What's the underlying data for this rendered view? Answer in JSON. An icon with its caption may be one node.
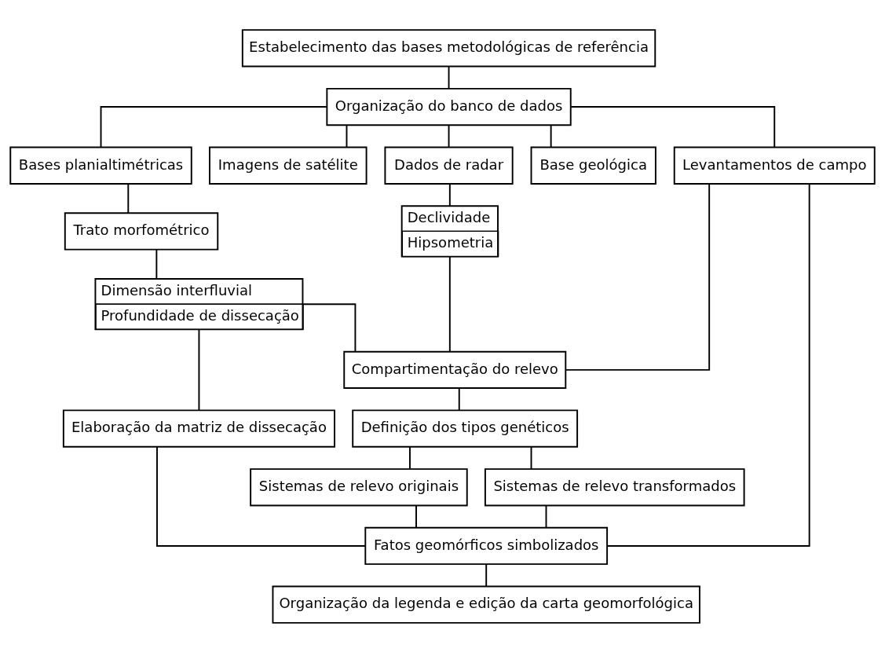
{
  "diagram": {
    "nodes": [
      {
        "text": [
          "Estabelecimento das bases metodológicas de referência"
        ]
      },
      {
        "text": [
          "Organização do banco de dados"
        ]
      },
      {
        "text": [
          "Bases planialtimétricas"
        ]
      },
      {
        "text": [
          "Imagens de satélite"
        ]
      },
      {
        "text": [
          "Dados de radar"
        ]
      },
      {
        "text": [
          "Base geológica"
        ]
      },
      {
        "text": [
          "Levantamentos de campo"
        ]
      },
      {
        "text": [
          "Trato morfométrico"
        ]
      },
      {
        "text": [
          "Declividade",
          "Hipsometria"
        ]
      },
      {
        "text": [
          "Dimensão interfluvial",
          "Profundidade de dissecação"
        ]
      },
      {
        "text": [
          "Compartimentação do relevo"
        ]
      },
      {
        "text": [
          "Elaboração da matriz de dissecação"
        ]
      },
      {
        "text": [
          "Definição dos tipos genéticos"
        ]
      },
      {
        "text": [
          "Sistemas de relevo originais"
        ]
      },
      {
        "text": [
          "Sistemas de relevo transformados"
        ]
      },
      {
        "text": [
          "Fatos geomórficos simbolizados"
        ]
      },
      {
        "text": [
          "Organização da legenda e edição da carta geomorfológica"
        ]
      }
    ],
    "edges": [
      {
        "from": 0,
        "to": 1,
        "arrow": "none"
      },
      {
        "from": 1,
        "to": 2,
        "arrow": "none"
      },
      {
        "from": 1,
        "to": 3,
        "arrow": "none"
      },
      {
        "from": 1,
        "to": 4,
        "arrow": "none"
      },
      {
        "from": 1,
        "to": 5,
        "arrow": "none"
      },
      {
        "from": 1,
        "to": 6,
        "arrow": "none"
      },
      {
        "from": 2,
        "to": 7,
        "arrow": "none"
      },
      {
        "from": 7,
        "to": 9,
        "arrow": "none"
      },
      {
        "from": 9,
        "to": 11,
        "arrow": "none"
      },
      {
        "from": 4,
        "to": 8,
        "arrow": "none"
      },
      {
        "from": 8,
        "to": 10,
        "arrow": "none"
      },
      {
        "from": 9,
        "to": 10,
        "arrow": "none"
      },
      {
        "from": 6,
        "to": 10,
        "arrow": "none"
      },
      {
        "from": 6,
        "to": 15,
        "arrow": "none"
      },
      {
        "from": 10,
        "to": 12,
        "arrow": "none"
      },
      {
        "from": 12,
        "to": 13,
        "arrow": "none"
      },
      {
        "from": 12,
        "to": 14,
        "arrow": "none"
      },
      {
        "from": 11,
        "to": 15,
        "arrow": "none"
      },
      {
        "from": 13,
        "to": 15,
        "arrow": "none"
      },
      {
        "from": 14,
        "to": 15,
        "arrow": "none"
      },
      {
        "from": 15,
        "to": 16,
        "arrow": "none"
      }
    ]
  }
}
